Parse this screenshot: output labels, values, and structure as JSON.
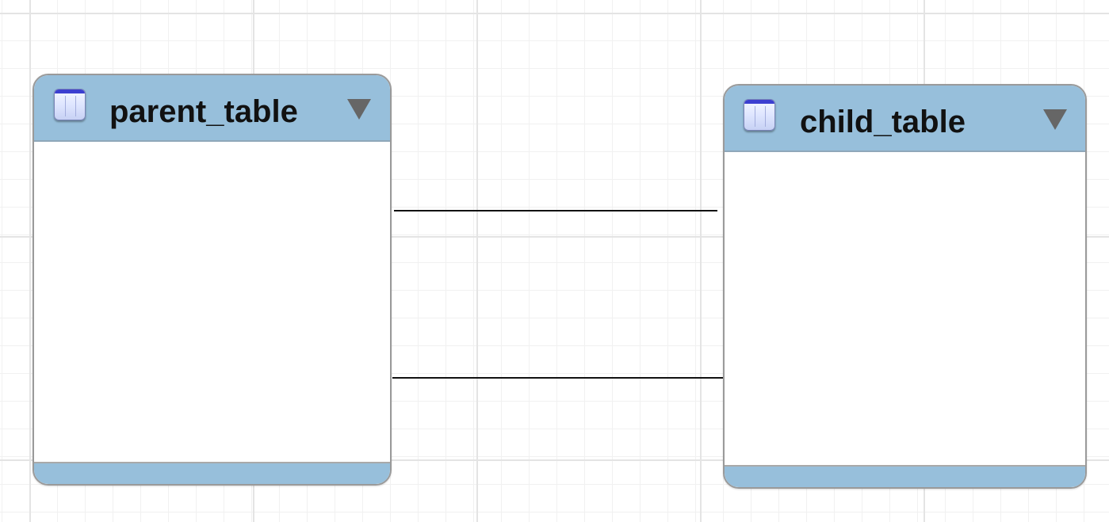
{
  "diagram": {
    "tables": [
      {
        "name": "parent_table",
        "icon": "table-icon",
        "menu_icon": "chevron-down-icon"
      },
      {
        "name": "child_table",
        "icon": "table-icon",
        "menu_icon": "chevron-down-icon"
      }
    ],
    "relationships": [
      {
        "from": "parent_table",
        "to": "child_table"
      },
      {
        "from": "parent_table",
        "to": "child_table"
      }
    ],
    "colors": {
      "header": "#97bfdb",
      "border": "#9a9a9a",
      "line": "#111111"
    }
  }
}
